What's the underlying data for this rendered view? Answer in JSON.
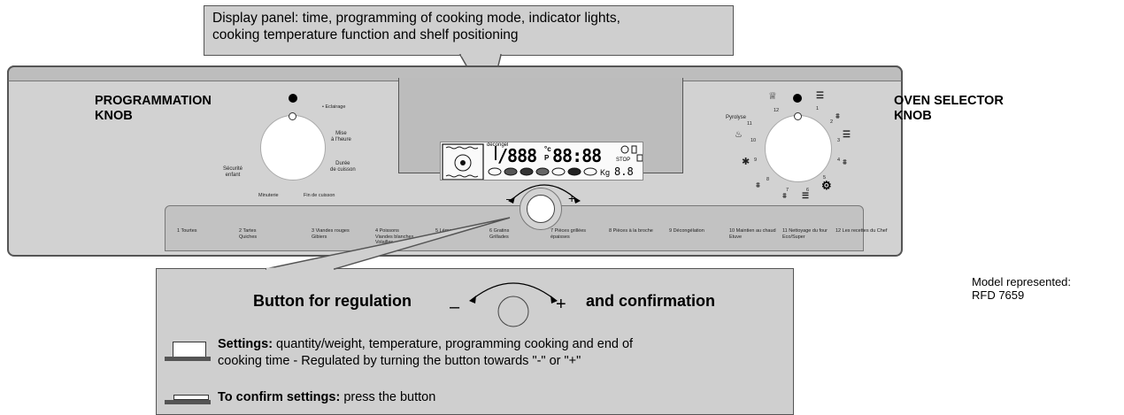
{
  "callout_top": {
    "text": "Display panel: time, programming of cooking mode, indicator lights,\ncooking temperature function and shelf positioning"
  },
  "programmation": {
    "title": "PROGRAMMATION\nKNOB",
    "labels": {
      "eclairage": "Eclairage",
      "mise": "Mise\nà l'heure",
      "duree": "Durée\nde cuisson",
      "fin": "Fin de cuisson",
      "minuterie": "Minuterie",
      "securite": "Sécurité\nenfant"
    }
  },
  "oven_selector": {
    "title": "OVEN SELECTOR\nKNOB",
    "numbers": {
      "n1": "1",
      "n2": "2",
      "n3": "3",
      "n4": "4",
      "n5": "5",
      "n6": "6",
      "n7": "7",
      "n8": "8",
      "n9": "9",
      "n10": "10",
      "n11": "11",
      "n12": "12"
    },
    "pyrolyse": "Pyrolyse"
  },
  "display": {
    "temp": "/888",
    "temp_unit": "°c",
    "temp_p": "P",
    "time": "88:88",
    "stop": "STOP",
    "weight_unit": "Kg",
    "weight": "8.8",
    "small_text": "décongel"
  },
  "regulator": {
    "minus": "–",
    "plus": "+"
  },
  "strip_items": [
    "1 Tourtes",
    "2  Tartes\n    Quiches",
    "3  Viandes rouges\n    Gibiers",
    "4  Poissons\n    Viandes blanches\n    Volailles",
    "5 Légumes",
    "6 Gratins\n   Grillades",
    "7  Pièces grillées\n    épaisses",
    "8  Pièces à la broche",
    "9  Décongélation",
    "10  Maintien au chaud\n      Etuve",
    "11  Nettoyage du four\n      Eco/Super",
    "12  Les recettes du Chef"
  ],
  "callout_bottom": {
    "button_prefix": "Button for regulation",
    "minus": "–",
    "plus": "+",
    "button_suffix": "and confirmation",
    "settings_bold": "Settings:",
    "settings_text": " quantity/weight, temperature, programming cooking and end of",
    "settings_text2": "cooking time - Regulated by turning the button towards \"-\" or \"+\"",
    "confirm_bold": "To confirm settings:",
    "confirm_text": " press the button"
  },
  "model": {
    "text": "Model represented:\nRFD 7659"
  }
}
